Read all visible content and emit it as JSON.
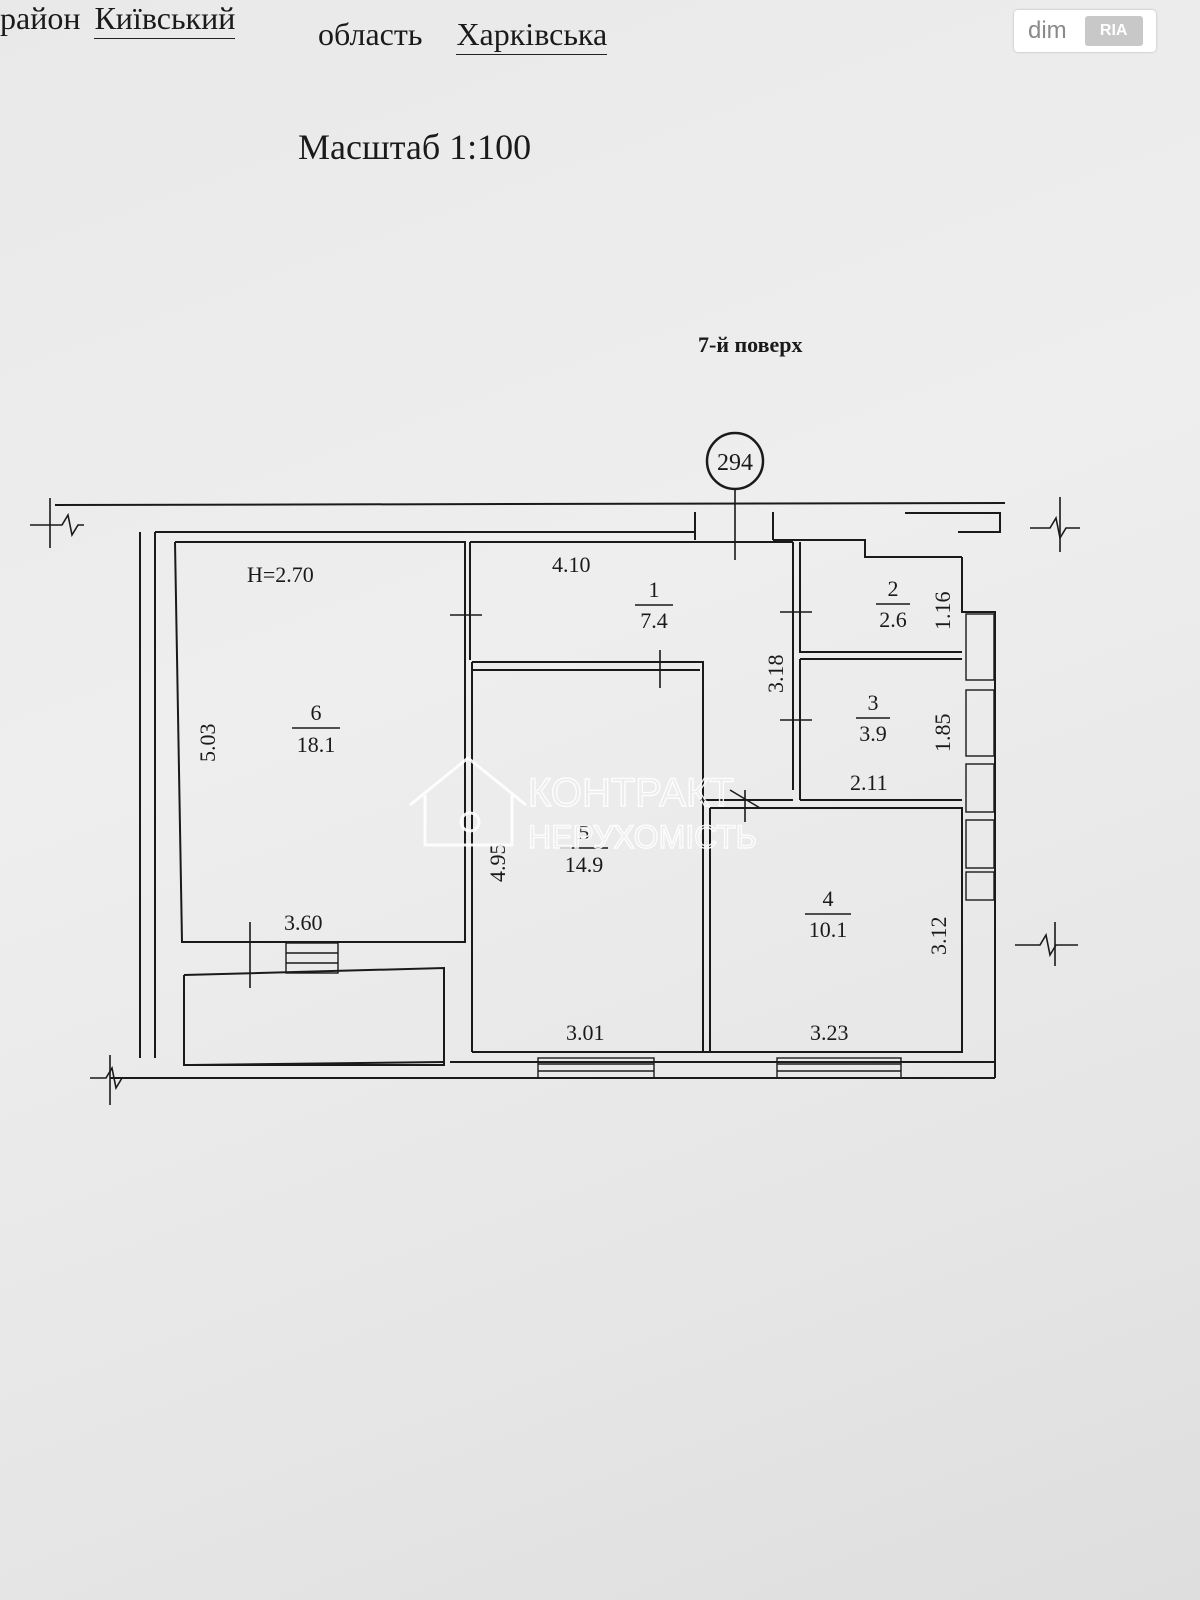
{
  "header": {
    "district_label": "район",
    "district_value": "Київський",
    "region_label": "область",
    "region_value": "Харківська"
  },
  "scale": "Масштаб 1:100",
  "floor": "7-й поверх",
  "building_number": "294",
  "ceiling_height": "H=2.70",
  "rooms": [
    {
      "number": "1",
      "area": "7.4"
    },
    {
      "number": "2",
      "area": "2.6"
    },
    {
      "number": "3",
      "area": "3.9"
    },
    {
      "number": "4",
      "area": "10.1"
    },
    {
      "number": "5",
      "area": "14.9"
    },
    {
      "number": "6",
      "area": "18.1"
    }
  ],
  "dimensions": {
    "room1_width": "4.10",
    "room1_depth": "3.18",
    "room2_depth": "1.16",
    "room3_depth": "1.85",
    "room3_width": "2.11",
    "room4_depth": "3.12",
    "room4_width": "3.23",
    "room5_depth": "4.95",
    "room5_width": "3.01",
    "room6_depth": "5.03",
    "room6_width": "3.60"
  },
  "watermark": {
    "line1": "КОНТРАКТ",
    "line2": "НЕРУХОМІСТЬ"
  },
  "badge": {
    "site": "dim",
    "brand": "RIA"
  },
  "colors": {
    "paper": "#ebebeb",
    "ink": "#1a1a1a",
    "watermark": "#ffffff"
  }
}
